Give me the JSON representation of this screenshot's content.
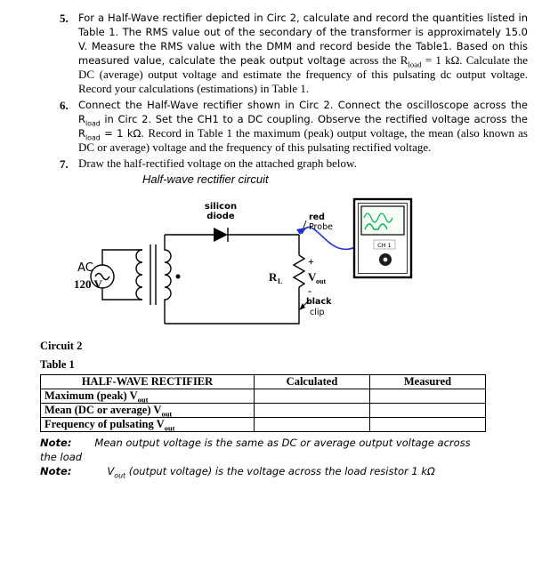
{
  "doc": {
    "items": [
      {
        "num": "5.",
        "seg_sans": "For a Half-Wave rectifier depicted in Circ 2, calculate and record the quantities listed in Table 1. The RMS value out of the secondary of the transformer is approximately 15.0 V. Measure the RMS value with the DMM and record beside the Table1. Based on this measured value, calculate the peak output voltage ",
        "seg_serif": "across the R_{load} = 1 kΩ. Calculate the DC (average) output voltage and estimate the frequency of this pulsating dc output voltage. Record your calculations (estimations) in Table 1."
      },
      {
        "num": "6.",
        "seg_sans": "Connect the Half-Wave rectifier shown in Circ 2. Connect the oscilloscope across the R_{load} in Circ 2. Set the CH1 to a DC coupling. Observe the rectified voltage across the R_{load} = 1 kΩ. ",
        "seg_serif": "Record in Table 1 the maximum (peak) output voltage, the mean (also known as DC or average) voltage and the frequency of this pulsating rectified voltage."
      },
      {
        "num": "7.",
        "seg_sans": "",
        "seg_serif": "Draw the half-rectified voltage on the attached graph below."
      }
    ],
    "circuit_title": "Half-wave rectifier circuit",
    "circuit_caption": "Circuit 2",
    "table_caption": "Table 1"
  },
  "circuit": {
    "labels": {
      "silicon": "silicon",
      "diode": "diode",
      "red": "red",
      "probe": "Probe",
      "ac": "AC",
      "voltage": "120 V",
      "rl_main": "R",
      "rl_sub": "L",
      "plus": "+",
      "vout_main": "V",
      "vout_sub": "out",
      "minus": "-",
      "black": "black",
      "clip": "clip",
      "ch1": "CH 1"
    }
  },
  "table": {
    "headers": [
      "HALF-WAVE RECTIFIER",
      "Calculated",
      "Measured"
    ],
    "rows": [
      {
        "label": "Maximum (peak) V_{out}",
        "calculated": "",
        "measured": ""
      },
      {
        "label": "Mean (DC or average) V_{out}",
        "calculated": "",
        "measured": ""
      },
      {
        "label": "Frequency of pulsating V_{out}",
        "calculated": "",
        "measured": ""
      }
    ]
  },
  "notes": [
    {
      "label": "Note:",
      "text": "Mean output voltage is the same as DC or average output voltage across the load"
    },
    {
      "label": "Note:",
      "text": "V_{out} (output voltage) is the voltage across the load resistor 1 kΩ"
    }
  ],
  "colors": {
    "probe_wire": "#2233cc",
    "trace": "#00b050"
  }
}
